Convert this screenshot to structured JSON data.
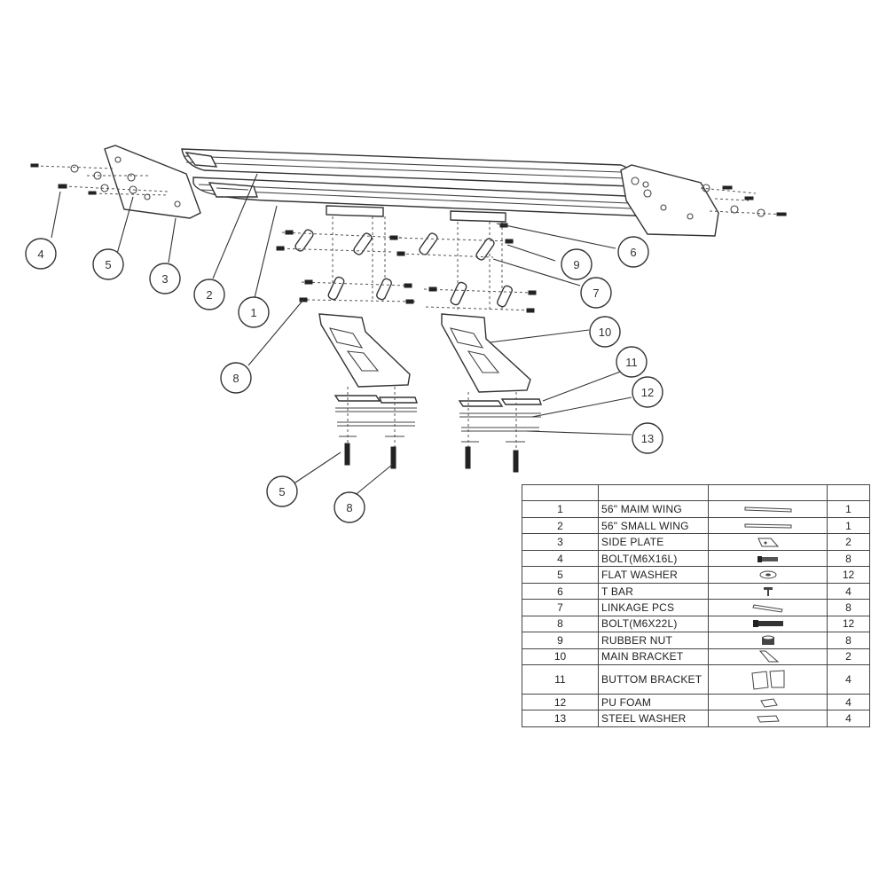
{
  "callouts": {
    "c1": "1",
    "c2": "2",
    "c3": "3",
    "c4": "4",
    "c5a": "5",
    "c5b": "5",
    "c6": "6",
    "c7": "7",
    "c8a": "8",
    "c8b": "8",
    "c9": "9",
    "c10": "10",
    "c11": "11",
    "c12": "12",
    "c13": "13"
  },
  "table": {
    "header": [
      "",
      "",
      "",
      ""
    ],
    "rows": [
      {
        "num": "1",
        "name": "56\" MAIM WING",
        "icon": "main-wing-icon",
        "qty": "1"
      },
      {
        "num": "2",
        "name": "56\" SMALL WING",
        "icon": "small-wing-icon",
        "qty": "1"
      },
      {
        "num": "3",
        "name": "SIDE PLATE",
        "icon": "side-plate-icon",
        "qty": "2"
      },
      {
        "num": "4",
        "name": "BOLT(M6X16L)",
        "icon": "short-bolt-icon",
        "qty": "8"
      },
      {
        "num": "5",
        "name": "FLAT WASHER",
        "icon": "flat-washer-icon",
        "qty": "12"
      },
      {
        "num": "6",
        "name": "T BAR",
        "icon": "t-bar-icon",
        "qty": "4"
      },
      {
        "num": "7",
        "name": "LINKAGE PCS",
        "icon": "linkage-icon",
        "qty": "8"
      },
      {
        "num": "8",
        "name": "BOLT(M6X22L)",
        "icon": "long-bolt-icon",
        "qty": "12"
      },
      {
        "num": "9",
        "name": "RUBBER NUT",
        "icon": "rubber-nut-icon",
        "qty": "8"
      },
      {
        "num": "10",
        "name": "MAIN BRACKET",
        "icon": "main-bracket-icon",
        "qty": "2"
      },
      {
        "num": "11",
        "name": "BUTTOM BRACKET",
        "icon": "bottom-bracket-icon",
        "qty": "4"
      },
      {
        "num": "12",
        "name": "PU FOAM",
        "icon": "pu-foam-icon",
        "qty": "4"
      },
      {
        "num": "13",
        "name": "STEEL WASHER",
        "icon": "steel-washer-icon",
        "qty": "4"
      }
    ]
  }
}
